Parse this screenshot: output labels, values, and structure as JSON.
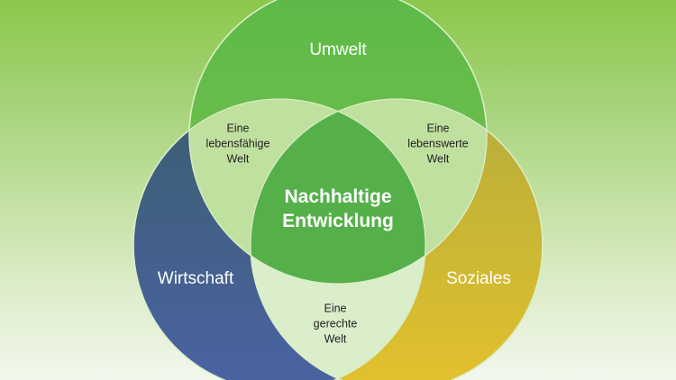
{
  "diagram": {
    "type": "venn",
    "colors": {
      "background_top": "#8cc84b",
      "background_bottom": "#f2f7ec",
      "umwelt": "#6bbd46",
      "wirtschaft_top": "#3e5f7a",
      "wirtschaft_bottom": "#4a62a0",
      "soziales_top": "#b9b23a",
      "soziales_bottom": "#e0bf2e",
      "overlap_pair": "#c2e1a4",
      "overlap_bottom": "#dcefcc",
      "center": "#55b04a"
    },
    "circles": [
      {
        "id": "umwelt",
        "label": "Umwelt"
      },
      {
        "id": "wirtschaft",
        "label": "Wirtschaft"
      },
      {
        "id": "soziales",
        "label": "Soziales"
      }
    ],
    "overlaps": [
      {
        "id": "umwelt-wirtschaft",
        "lines": [
          "Eine",
          "lebensfähige",
          "Welt"
        ]
      },
      {
        "id": "umwelt-soziales",
        "lines": [
          "Eine",
          "lebenswerte",
          "Welt"
        ]
      },
      {
        "id": "wirtschaft-soziales",
        "lines": [
          "Eine",
          "gerechte",
          "Welt"
        ]
      }
    ],
    "center": {
      "lines": [
        "Nachhaltige",
        "Entwicklung"
      ]
    }
  }
}
